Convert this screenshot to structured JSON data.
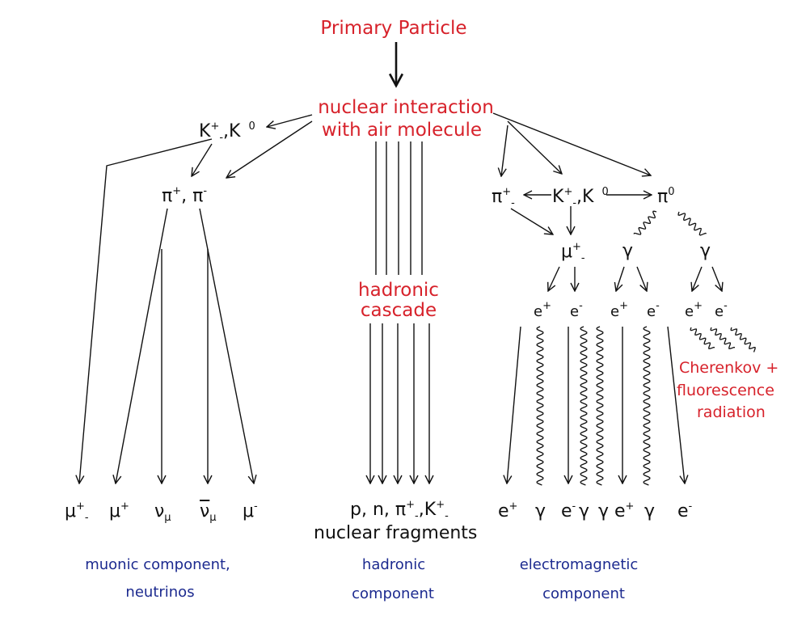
{
  "labels": {
    "primary": "Primary Particle",
    "interaction_line1": "nuclear interaction",
    "interaction_line2": "with air molecule",
    "hadronic_cascade_line1": "hadronic",
    "hadronic_cascade_line2": "cascade",
    "cherenkov_line1": "Cherenkov +",
    "cherenkov_line2": "fluorescence",
    "cherenkov_line3": "radiation"
  },
  "particles": {
    "kaons_left": {
      "base1": "K",
      "sup1": "+",
      "sub1": "-",
      "sep": ",",
      "base2": "K",
      "sup2": "0"
    },
    "pions_left": {
      "base1": "π",
      "sup1": "+",
      "sep": ", ",
      "base2": "π",
      "sup2": "-"
    },
    "pion_right": {
      "base": "π",
      "sup": "+",
      "sub": "-"
    },
    "kaons_right": {
      "base1": "K",
      "sup1": "+",
      "sub1": "-",
      "sep": ",",
      "base2": "K",
      "sup2": "0"
    },
    "pion_zero": {
      "base": "π",
      "sup": "0"
    },
    "muon_mid": {
      "base": "μ",
      "sup": "+",
      "sub": "-"
    },
    "gamma_1": "γ",
    "gamma_2": "γ",
    "e_row": [
      {
        "base": "e",
        "sup": "+"
      },
      {
        "base": "e",
        "sup": "-"
      },
      {
        "base": "e",
        "sup": "+"
      },
      {
        "base": "e",
        "sup": "-"
      },
      {
        "base": "e",
        "sup": "+"
      },
      {
        "base": "e",
        "sup": "-"
      }
    ]
  },
  "bottom_row": {
    "muon_pm": {
      "base": "μ",
      "sup": "+",
      "sub": "-"
    },
    "muon_plus": {
      "base": "μ",
      "sup": "+"
    },
    "nu_mu": {
      "base": "ν",
      "sub": "μ"
    },
    "nu_mu_bar": {
      "base": "ν",
      "sub": "μ"
    },
    "muon_minus": {
      "base": "μ",
      "sup": "-"
    },
    "hadrons_line1": {
      "a": "p, n, ",
      "pi": "π",
      "pi_sup": "+",
      "pi_sub": "-",
      "comma": ",",
      "k": "K",
      "k_sup": "+",
      "k_sub": "-"
    },
    "hadrons_line2": "nuclear fragments",
    "em": [
      {
        "base": "e",
        "sup": "+"
      },
      {
        "base": "γ"
      },
      {
        "base": "e",
        "sup": "-"
      },
      {
        "base": "γ"
      },
      {
        "base": "γ"
      },
      {
        "base": "e",
        "sup": "+"
      },
      {
        "base": "γ"
      },
      {
        "base": "e",
        "sup": "-"
      }
    ]
  },
  "components": {
    "muonic_line1": "muonic component,",
    "muonic_line2": "neutrinos",
    "hadronic_line1": "hadronic",
    "hadronic_line2": "component",
    "em_line1": "electromagnetic",
    "em_line2": "component"
  },
  "colors": {
    "red": "#d7222b",
    "black": "#111111",
    "blue": "#1c2a8f"
  }
}
